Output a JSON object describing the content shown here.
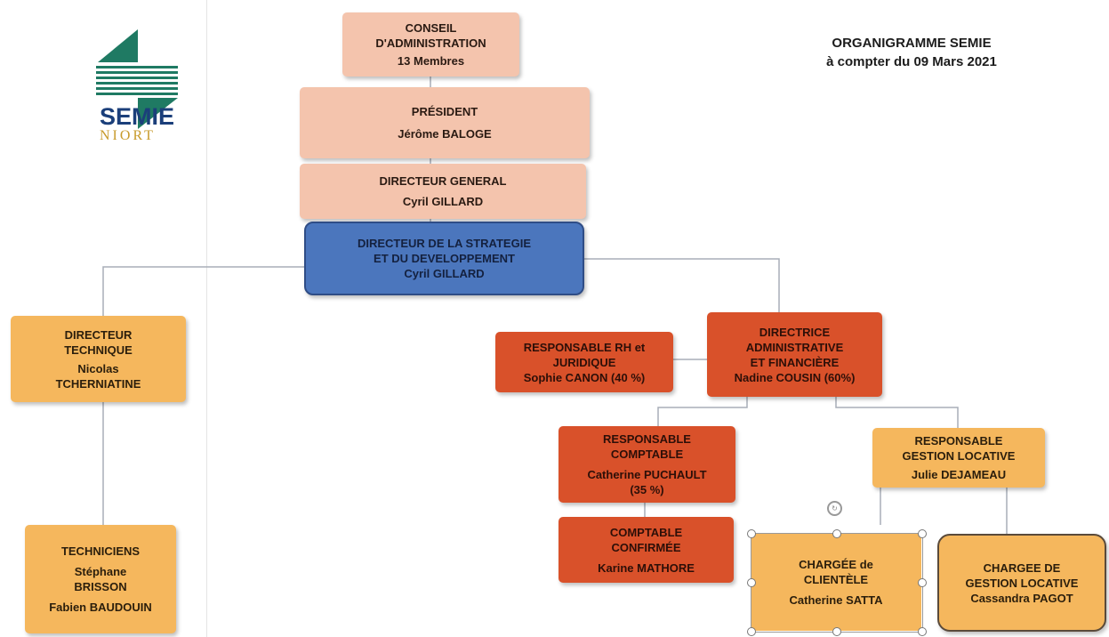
{
  "logo": {
    "brand": "SEMIE",
    "city": "NIORT"
  },
  "header": {
    "title_line1": "ORGANIGRAMME  SEMIE",
    "title_line2": "à compter du 09 Mars 2021"
  },
  "nodes": {
    "conseil": {
      "l1": "CONSEIL",
      "l2": "D'ADMINISTRATION",
      "l3": "13 Membres"
    },
    "president": {
      "l1": "PRÉSIDENT",
      "l2": "Jérôme BALOGE"
    },
    "dg": {
      "l1": "DIRECTEUR GENERAL",
      "l2": "Cyril GILLARD"
    },
    "strategie": {
      "l1": "DIRECTEUR DE LA STRATEGIE",
      "l2": "ET DU DEVELOPPEMENT",
      "l3": "Cyril GILLARD"
    },
    "tech": {
      "l1": "DIRECTEUR",
      "l2": "TECHNIQUE",
      "l3": "Nicolas",
      "l4": "TCHERNIATINE"
    },
    "techniciens": {
      "l1": "TECHNICIENS",
      "l2": "Stéphane",
      "l3": "BRISSON",
      "l4": "Fabien BAUDOUIN"
    },
    "daf": {
      "l1": "DIRECTRICE",
      "l2": "ADMINISTRATIVE",
      "l3": "ET FINANCIÈRE",
      "l4": "Nadine COUSIN (60%)"
    },
    "rh": {
      "l1": "RESPONSABLE RH et",
      "l2": "JURIDIQUE",
      "l3": "Sophie CANON (40 %)"
    },
    "compta": {
      "l1": "RESPONSABLE",
      "l2": "COMPTABLE",
      "l3": "Catherine PUCHAULT",
      "l4": "(35 %)"
    },
    "comptable": {
      "l1": "COMPTABLE",
      "l2": "CONFIRMÉE",
      "l3": "Karine MATHORE"
    },
    "gestion": {
      "l1": "RESPONSABLE",
      "l2": "GESTION LOCATIVE",
      "l3": "Julie DEJAMEAU"
    },
    "clientele": {
      "l1": "CHARGÉE de",
      "l2": "CLIENTÈLE",
      "l3": "Catherine SATTA"
    },
    "chargee_gl": {
      "l1": "CHARGEE DE",
      "l2": "GESTION LOCATIVE",
      "l3": "Cassandra PAGOT"
    }
  },
  "colors": {
    "pink": "#f4c4ad",
    "blue": "#4b76bd",
    "orange": "#d9512a",
    "amber": "#f5b75d",
    "brand_blue": "#1b3f7a",
    "brand_green": "#1f7a63"
  }
}
